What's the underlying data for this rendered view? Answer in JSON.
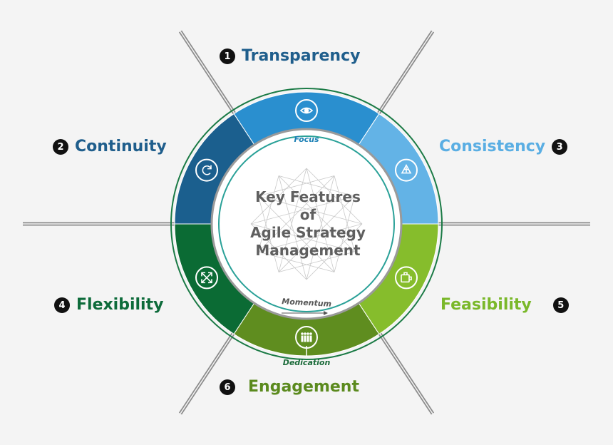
{
  "center": {
    "line1": "Key Features",
    "line2": "of",
    "line3": "Agile Strategy",
    "line4": "Management"
  },
  "ring_labels": {
    "top": "Focus",
    "bottom_inner": "Momentum",
    "bottom": "Dedication"
  },
  "features": [
    {
      "number": "1",
      "label": "Transparency",
      "color": "#1f5e8c",
      "segment_color": "#2a8fcf",
      "icon": "eye-icon"
    },
    {
      "number": "2",
      "label": "Continuity",
      "color": "#1f5e8c",
      "segment_color": "#1b5f8e",
      "icon": "refresh-icon"
    },
    {
      "number": "3",
      "label": "Consistency",
      "color": "#5aaee3",
      "segment_color": "#63b3e6",
      "icon": "arrows-cycle-icon"
    },
    {
      "number": "4",
      "label": "Flexibility",
      "color": "#0d6b3a",
      "segment_color": "#0b6b34",
      "icon": "expand-icon"
    },
    {
      "number": "5",
      "label": "Feasibility",
      "color": "#7ab82a",
      "segment_color": "#86bd2c",
      "icon": "puzzle-icon"
    },
    {
      "number": "6",
      "label": "Engagement",
      "color": "#5b8a1e",
      "segment_color": "#5f8d1f",
      "icon": "team-icon"
    }
  ]
}
